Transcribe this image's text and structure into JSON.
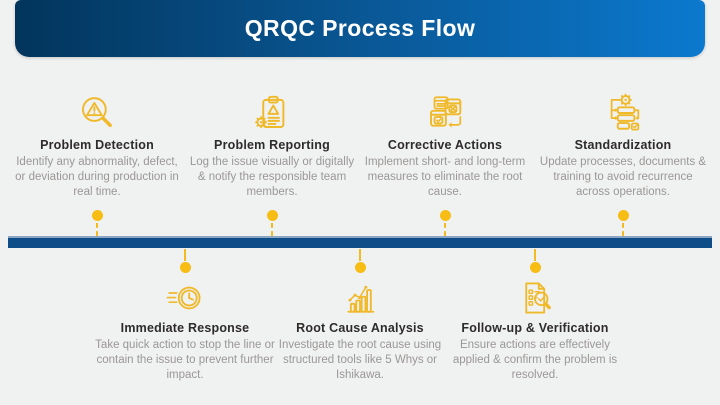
{
  "header": {
    "title": "QRQC Process Flow",
    "gradient_start": "#02355c",
    "gradient_end": "#0b79cf",
    "text_color": "#ffffff"
  },
  "colors": {
    "background": "#f0f1f1",
    "accent_yellow": "#f0b929",
    "dot_yellow": "#f7bd15",
    "timeline_blue": "#0e4d87",
    "title_text": "#2d2c2b",
    "description_text": "#9a9896"
  },
  "steps": {
    "top": [
      {
        "title": "Problem Detection",
        "description": "Identify any abnormality, defect, or deviation during production in real time.",
        "icon": "magnifier-alert-icon"
      },
      {
        "title": "Problem Reporting",
        "description": "Log the issue visually or digitally & notify the responsible team members.",
        "icon": "clipboard-alert-gear-icon"
      },
      {
        "title": "Corrective Actions",
        "description": "Implement short- and long-term measures to eliminate the root cause.",
        "icon": "swap-windows-check-icon"
      },
      {
        "title": "Standardization",
        "description": "Update processes, documents & training to avoid recurrence across operations.",
        "icon": "workflow-gear-icon"
      }
    ],
    "bottom": [
      {
        "title": "Immediate Response",
        "description": "Take quick action to stop the line or contain the issue to prevent further impact.",
        "icon": "fast-clock-icon"
      },
      {
        "title": "Root Cause Analysis",
        "description": "Investigate the root cause using structured tools like 5 Whys or Ishikawa.",
        "icon": "bar-chart-trend-icon"
      },
      {
        "title": "Follow-up & Verification",
        "description": "Ensure actions are effectively applied & confirm the problem is resolved.",
        "icon": "document-verify-magnifier-icon"
      }
    ]
  }
}
